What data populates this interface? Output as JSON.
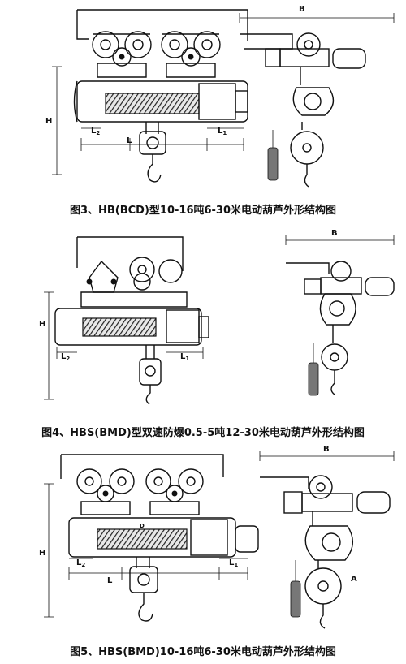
{
  "figures": [
    {
      "id": "fig3",
      "caption": "图3、HB(BCD)型10-16吨6-30米电动葫芦外形结构图",
      "labels": {
        "B": "B",
        "H": "H",
        "L": "L",
        "L1": "L",
        "L1_sub": "1",
        "L2": "L",
        "L2_sub": "2"
      }
    },
    {
      "id": "fig4",
      "caption": "图4、HBS(BMD)型双速防爆0.5-5吨12-30米电动葫芦外形结构图",
      "labels": {
        "B": "B",
        "H": "H",
        "L1": "L",
        "L1_sub": "1",
        "L2": "L",
        "L2_sub": "2"
      }
    },
    {
      "id": "fig5",
      "caption": "图5、HBS(BMD)10-16吨6-30米电动葫芦外形结构图",
      "labels": {
        "B": "B",
        "H": "H",
        "L": "L",
        "L1": "L",
        "L1_sub": "1",
        "L2": "L",
        "L2_sub": "2",
        "A": "A",
        "D": "D"
      }
    }
  ]
}
